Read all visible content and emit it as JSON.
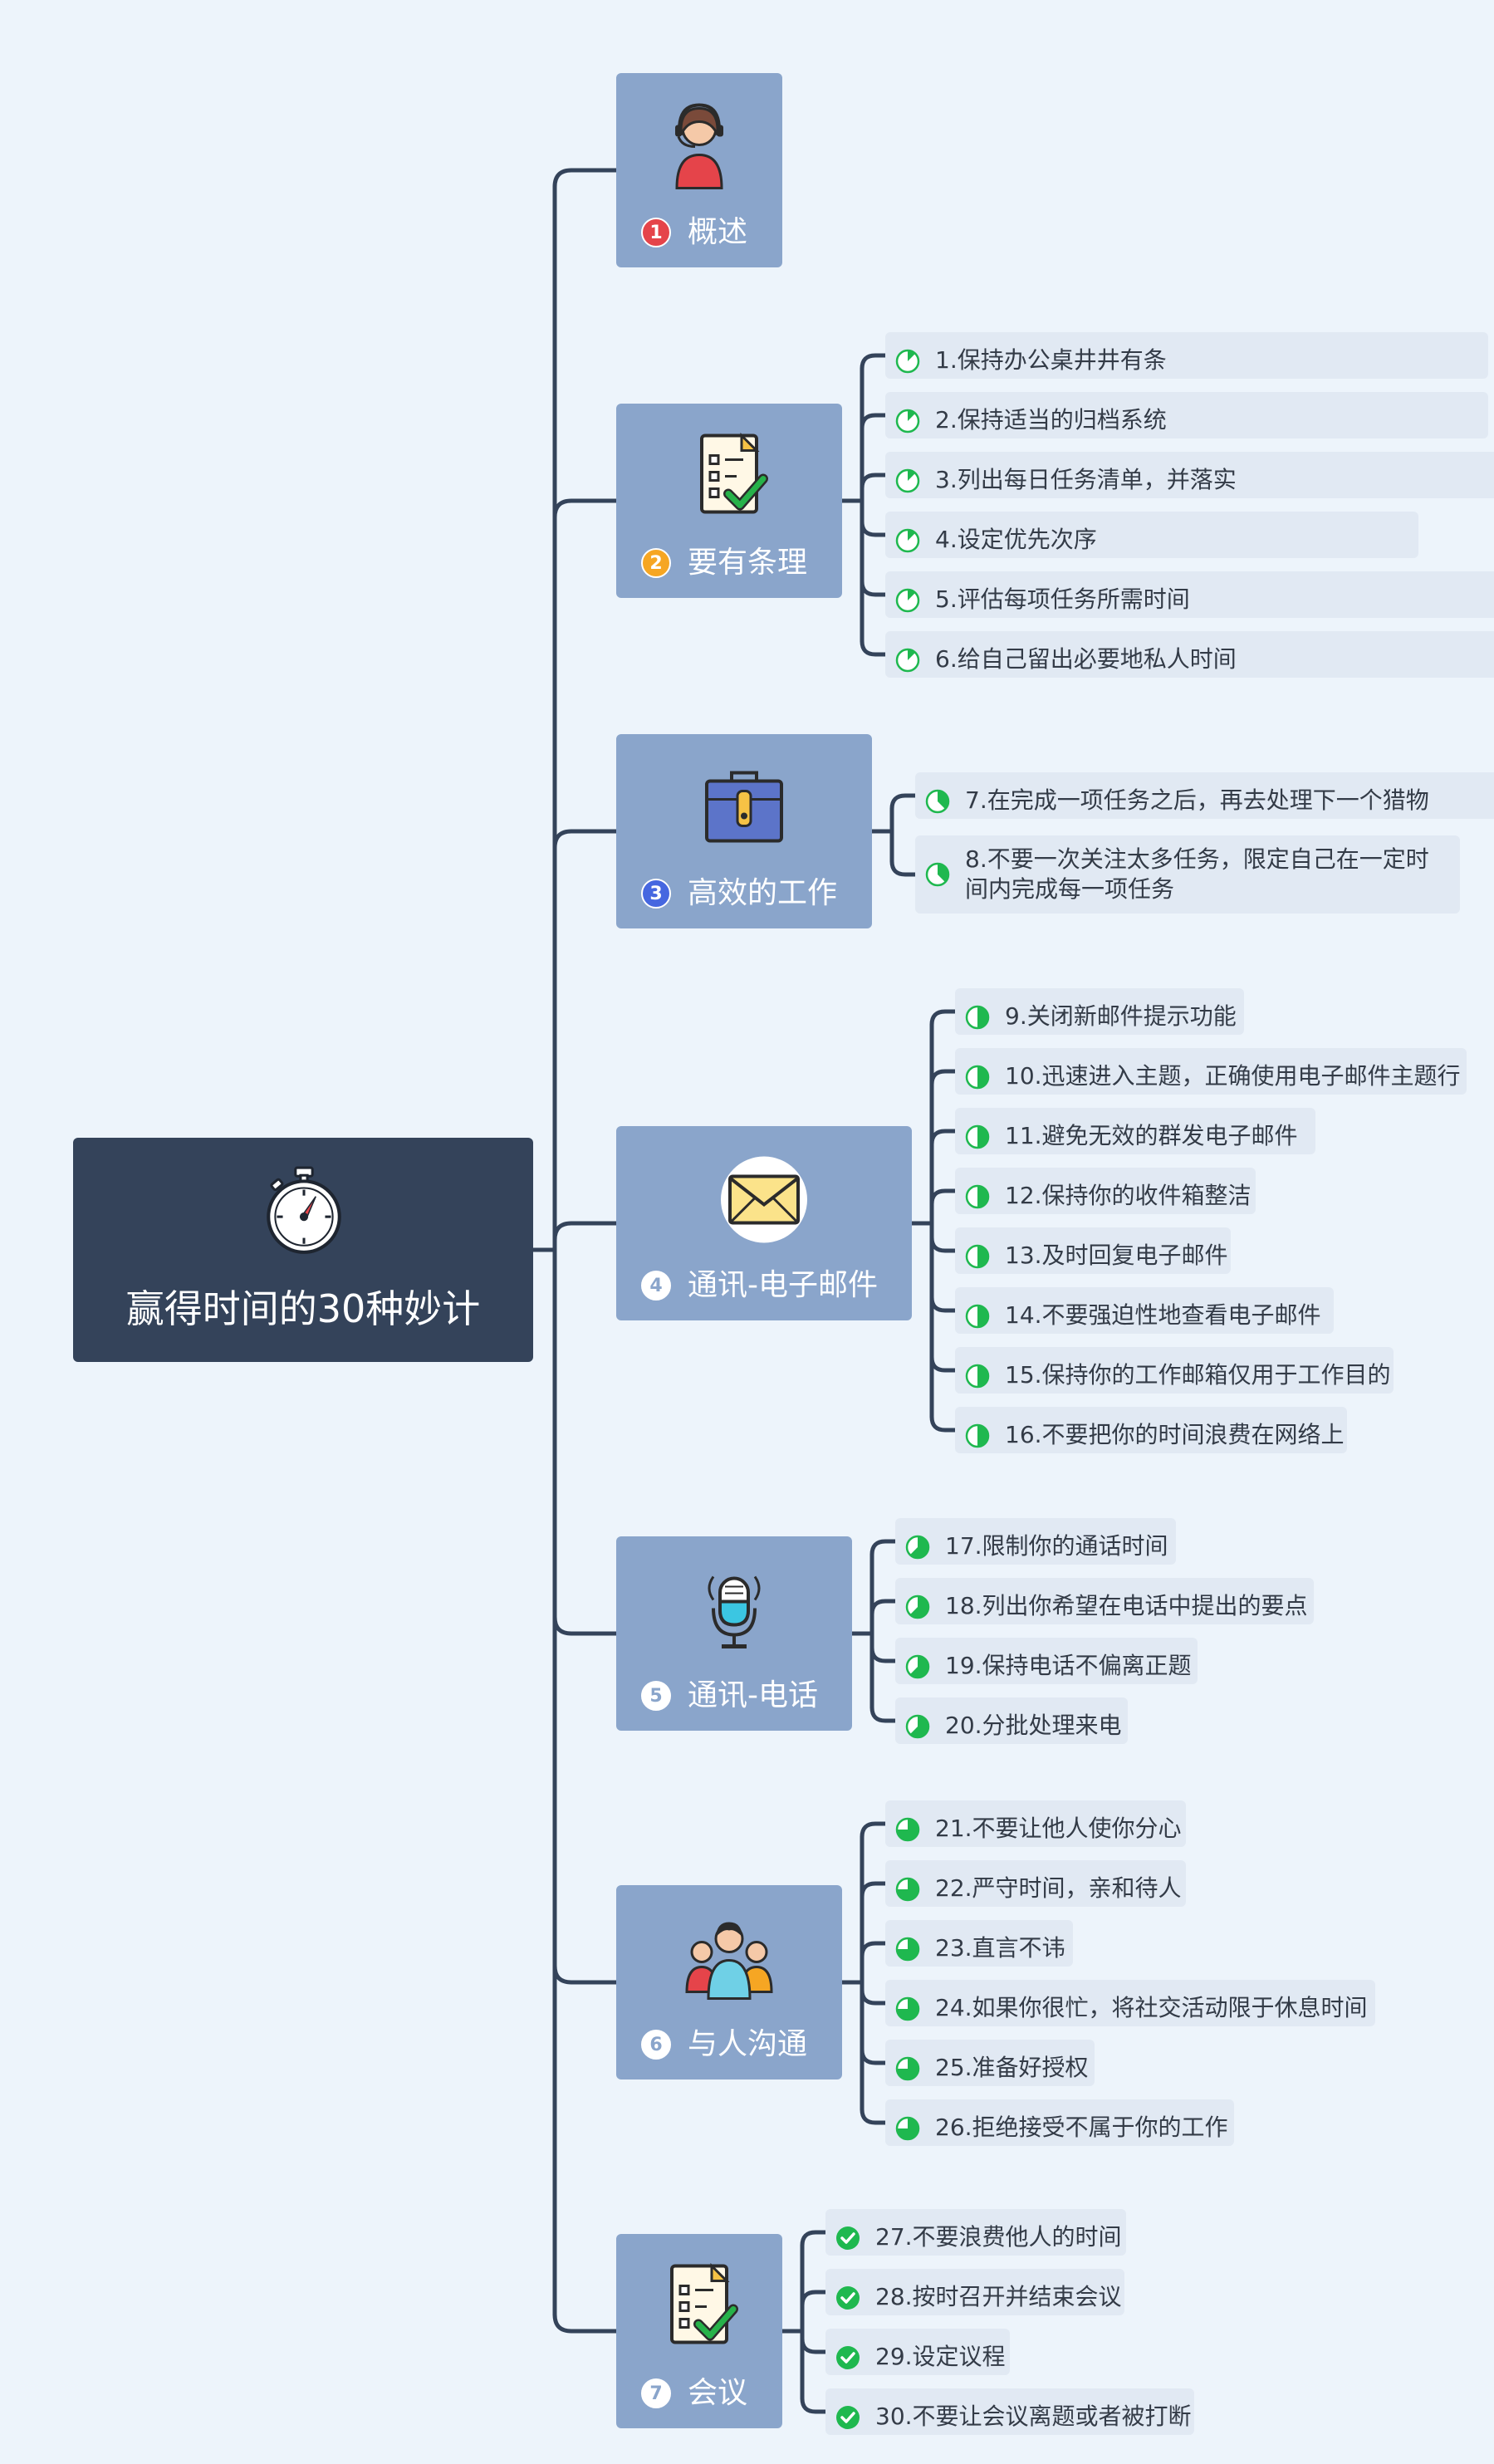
{
  "root": {
    "title": "赢得时间的30种妙计",
    "icon": "stopwatch-icon"
  },
  "colors": {
    "root_bg": "#34435a",
    "branch_bg": "#8aa5cb",
    "leaf_bg": "#e1e9f3",
    "line": "#34435a",
    "progress_green": "#1fb84f",
    "marker_red": "#e5444a",
    "marker_orange": "#f6a623",
    "marker_blue": "#4667e0"
  },
  "branches": [
    {
      "id": 1,
      "marker": "1",
      "label": "概述",
      "icon": "headset-person-icon",
      "items": []
    },
    {
      "id": 2,
      "marker": "2",
      "label": "要有条理",
      "icon": "checklist-icon",
      "progress": 0.125,
      "items": [
        "1.保持办公桌井井有条",
        "2.保持适当的归档系统",
        "3.列出每日任务清单，并落实",
        "4.设定优先次序",
        "5.评估每项任务所需时间",
        "6.给自己留出必要地私人时间"
      ]
    },
    {
      "id": 3,
      "marker": "3",
      "label": "高效的工作",
      "icon": "briefcase-icon",
      "progress": 0.375,
      "items": [
        "7.在完成一项任务之后，再去处理下一个猎物",
        "8.不要一次关注太多任务，限定自己在一定时间内完成每一项任务"
      ]
    },
    {
      "id": 4,
      "marker": "4",
      "label": "通讯-电子邮件",
      "icon": "envelope-icon",
      "progress": 0.5,
      "items": [
        "9.关闭新邮件提示功能",
        "10.迅速进入主题，正确使用电子邮件主题行",
        "11.避免无效的群发电子邮件",
        "12.保持你的收件箱整洁",
        "13.及时回复电子邮件",
        "14.不要强迫性地查看电子邮件",
        "15.保持你的工作邮箱仅用于工作目的",
        "16.不要把你的时间浪费在网络上"
      ]
    },
    {
      "id": 5,
      "marker": "5",
      "label": "通讯-电话",
      "icon": "microphone-icon",
      "progress": 0.625,
      "items": [
        "17.限制你的通话时间",
        "18.列出你希望在电话中提出的要点",
        "19.保持电话不偏离正题",
        "20.分批处理来电"
      ]
    },
    {
      "id": 6,
      "marker": "6",
      "label": "与人沟通",
      "icon": "people-group-icon",
      "progress": 0.75,
      "items": [
        "21.不要让他人使你分心",
        "22.严守时间，亲和待人",
        "23.直言不讳",
        "24.如果你很忙，将社交活动限于休息时间",
        "25.准备好授权",
        "26.拒绝接受不属于你的工作"
      ]
    },
    {
      "id": 7,
      "marker": "7",
      "label": "会议",
      "icon": "checklist-icon",
      "progress": 1,
      "items": [
        "27.不要浪费他人的时间",
        "28.按时召开并结束会议",
        "29.设定议程",
        "30.不要让会议离题或者被打断"
      ]
    }
  ]
}
